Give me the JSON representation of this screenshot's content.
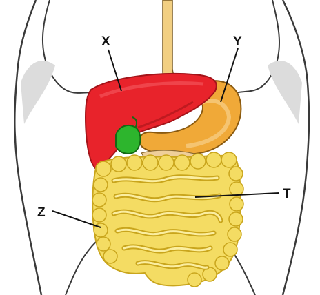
{
  "labels": {
    "x": "X",
    "y": "Y",
    "z": "Z",
    "t": "T"
  },
  "colors": {
    "liver": "#e8232b",
    "liver_dark": "#a31419",
    "gallbladder": "#2db52d",
    "stomach": "#f0a938",
    "esophagus": "#f2cf82",
    "intestine": "#f4dc63",
    "intestine_dark": "#c9a51c",
    "pancreas": "#efcf9a",
    "body_outline": "#3a3a3a",
    "body_shade": "#dcdcdc"
  }
}
